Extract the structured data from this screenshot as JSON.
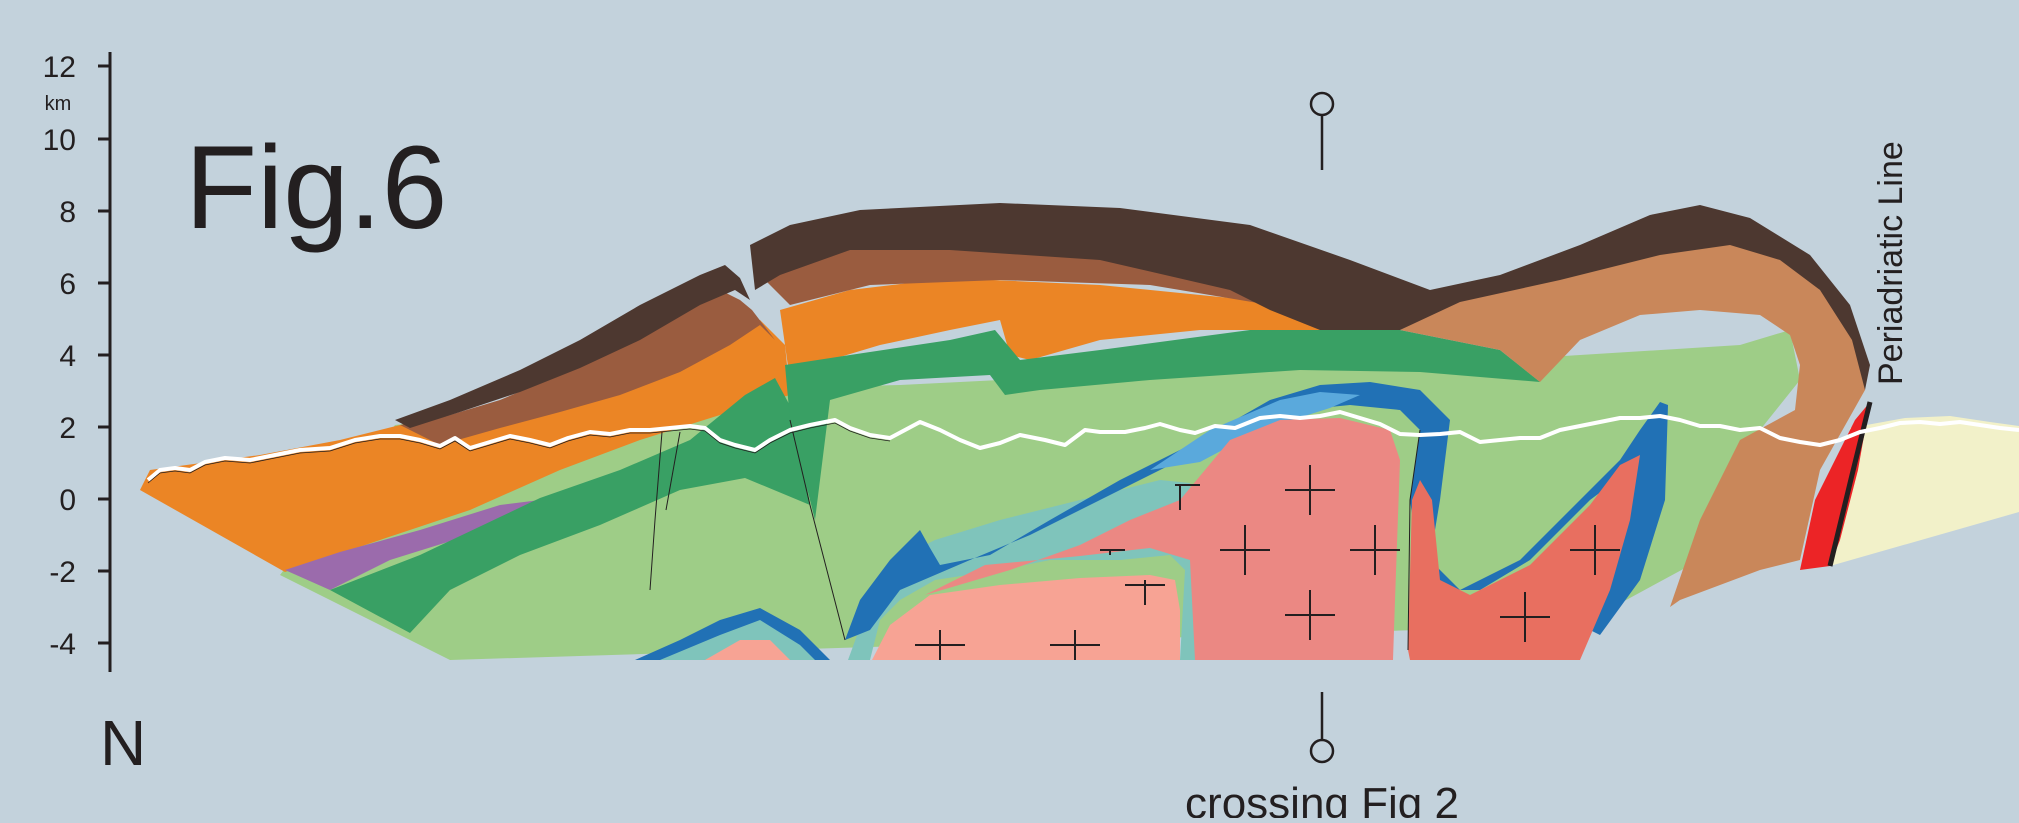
{
  "figure": {
    "title": "Fig.6",
    "north_label": "N",
    "crossing_label": "crossing Fig 2",
    "fault_label": "Periadriatic Line"
  },
  "axis": {
    "unit": "km",
    "ticks": [
      "12",
      "10",
      "8",
      "6",
      "4",
      "2",
      "0",
      "-2",
      "-4"
    ]
  },
  "colors": {
    "background": "#c3d2dc",
    "dark_brown": "#4d3830",
    "mid_brown": "#9a5c3f",
    "light_brown": "#c9875a",
    "orange": "#eb8525",
    "dark_green": "#39a064",
    "light_green": "#9ecd87",
    "teal": "#7fc4bb",
    "blue": "#2171b5",
    "light_blue": "#5aa9dc",
    "pink_granite": "#eb8883",
    "salmon_granite": "#f7a394",
    "coral_granite": "#e86f60",
    "purple": "#9b6bac",
    "red": "#ec2426",
    "cream": "#f2f1c9"
  }
}
